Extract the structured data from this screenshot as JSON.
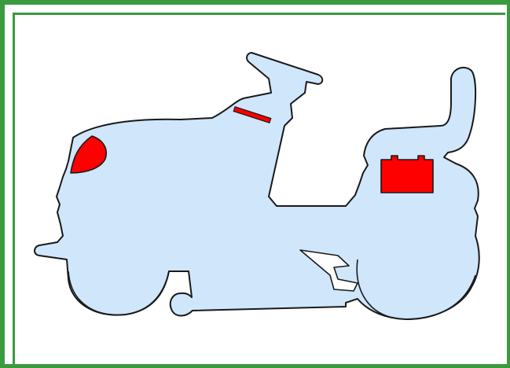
{
  "diagram": {
    "subject": "riding-lawn-mower",
    "colors": {
      "frame": "#3a9a3e",
      "body_fill": "#cfe6fb",
      "outline": "#1a1a1a",
      "highlight": "#ff0000"
    },
    "highlighted_parts": [
      "headlight",
      "hood-indicator",
      "battery"
    ]
  }
}
